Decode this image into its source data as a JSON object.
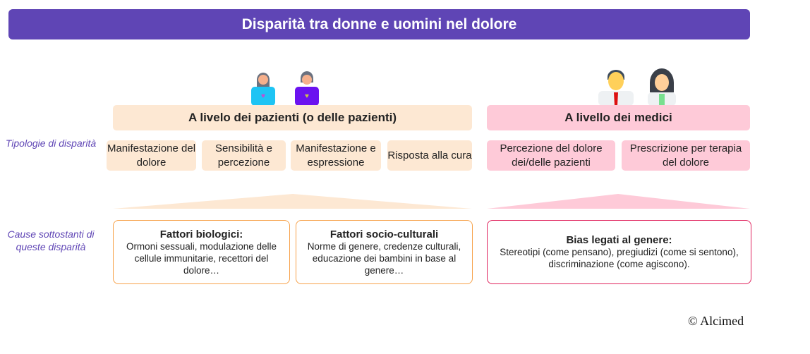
{
  "title": "Disparità tra donne e uomini nel dolore",
  "side_labels": {
    "types": "Tipologie di disparità",
    "causes": "Cause sottostanti di queste disparità"
  },
  "patients": {
    "header": "A livelo dei pazienti (o delle pazienti)",
    "items": [
      "Manifestazione del dolore",
      "Sensibilità e percezione",
      "Manifestazione e espressione",
      "Risposta alla cura"
    ]
  },
  "doctors": {
    "header": "A livello dei medici",
    "items": [
      "Percezione del dolore dei/delle pazienti",
      "Prescrizione per terapia del dolore"
    ]
  },
  "causes": [
    {
      "title": "Fattori biologici:",
      "text": "Ormoni sessuali, modulazione delle cellule immunitarie, recettori del dolore…"
    },
    {
      "title": "Fattori socio-culturali",
      "text": "Norme di genere, credenze culturali, educazione dei bambini in base al genere…"
    },
    {
      "title": "Bias legati al genere:",
      "text": "Stereotipi (come pensano), pregiudizi (come si sentono), discriminazione (come agiscono)."
    }
  ],
  "copyright": "© Alcimed",
  "colors": {
    "accent": "#5f45b5",
    "peach": "#fde8d3",
    "pink": "#fecad8",
    "orange": "#f7a24a",
    "red": "#e0245e"
  }
}
